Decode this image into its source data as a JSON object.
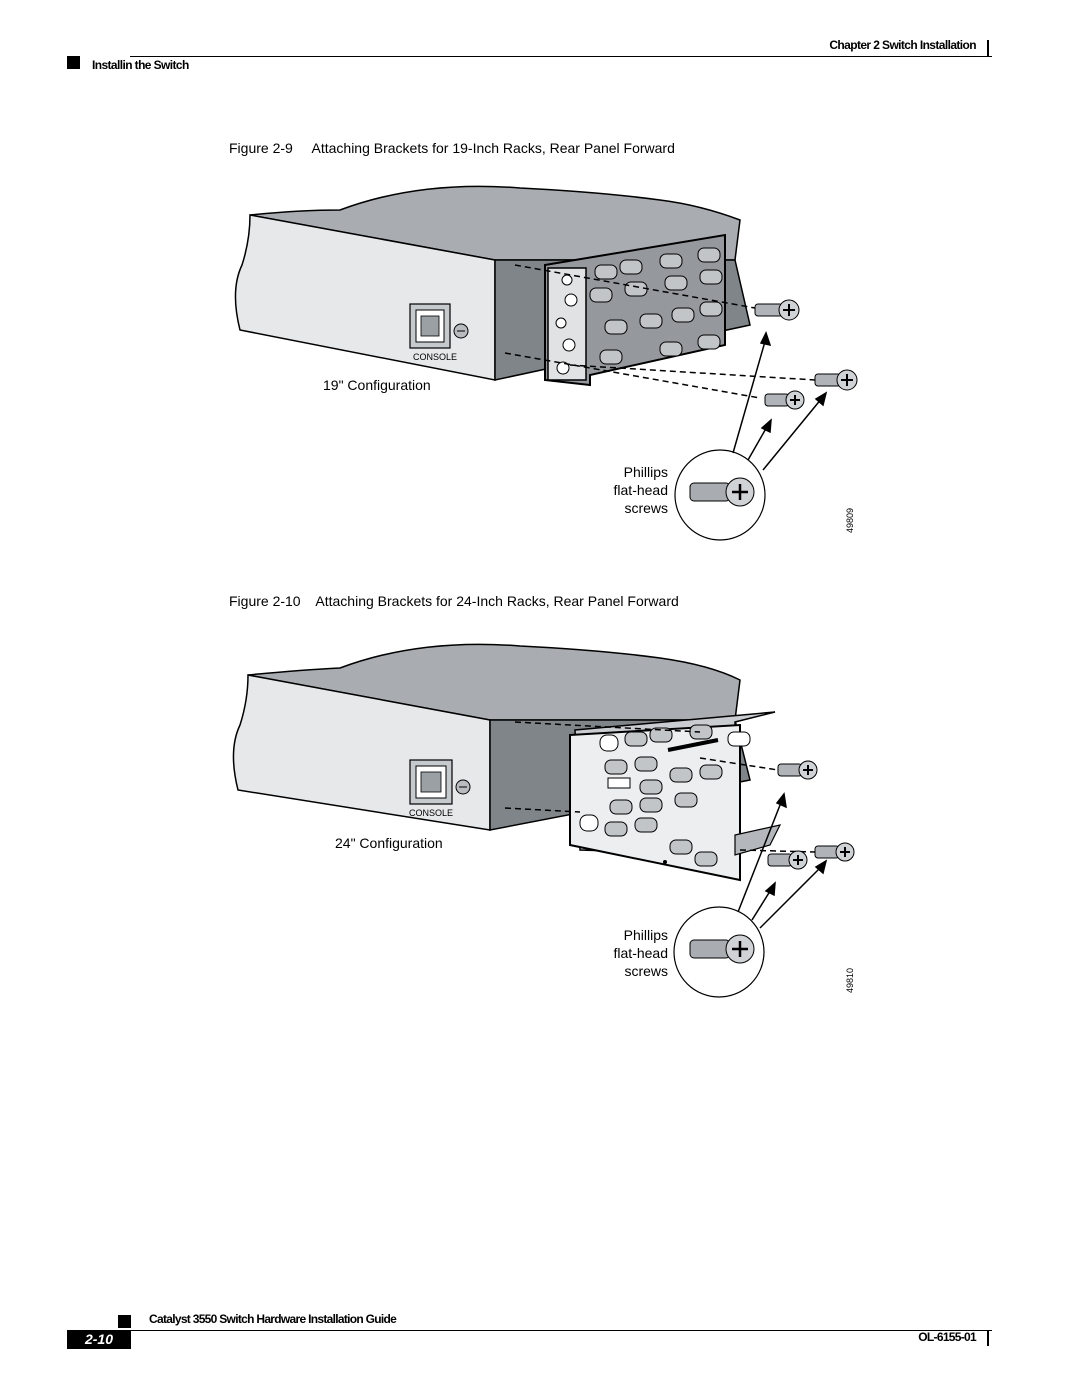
{
  "header": {
    "chapter": "Chapter 2      Switch Installation",
    "section": "Installin  the Switch"
  },
  "figures": [
    {
      "caption_number": "Figure 2-9",
      "caption_title": "Attaching Brackets for 19-Inch Racks, Rear Panel Forward",
      "console_label": "CONSOLE",
      "config_label": "19\" Configuration",
      "screw_label_1": "Phillips",
      "screw_label_2": "flat-head",
      "screw_label_3": "screws",
      "art_id": "49809"
    },
    {
      "caption_number": "Figure 2-10",
      "caption_title": "Attaching Brackets for 24-Inch Racks, Rear Panel Forward",
      "console_label": "CONSOLE",
      "config_label": "24\" Configuration",
      "screw_label_1": "Phillips",
      "screw_label_2": "flat-head",
      "screw_label_3": "screws",
      "art_id": "49810"
    }
  ],
  "footer": {
    "guide_title": "Catalyst 3550 Switch Hardware Installation Guide",
    "page_number": "2-10",
    "doc_number": "OL-6155-01"
  }
}
